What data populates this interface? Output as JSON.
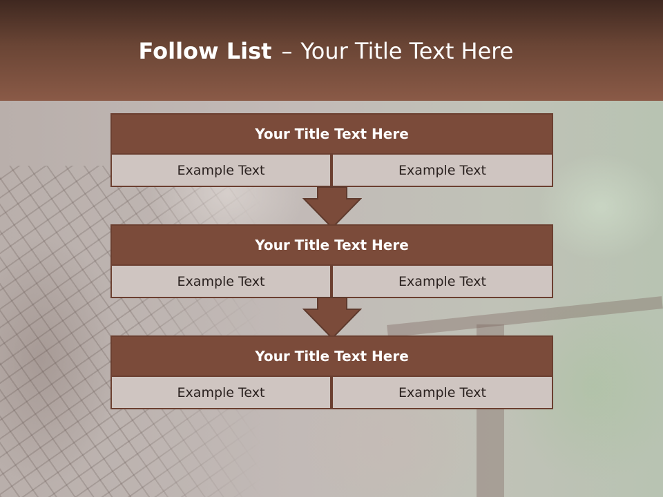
{
  "slide": {
    "title_bold": "Follow List",
    "title_dash": "–",
    "title_rest": "Your Title Text Here"
  },
  "colors": {
    "header": "#6a4535",
    "box": "#7b4b3a",
    "cell": "#cfc5c1",
    "border": "#6b3f30"
  },
  "blocks": [
    {
      "title": "Your Title Text Here",
      "left": "Example Text",
      "right": "Example Text"
    },
    {
      "title": "Your Title Text Here",
      "left": "Example Text",
      "right": "Example Text"
    },
    {
      "title": "Your Title Text Here",
      "left": "Example Text",
      "right": "Example Text"
    }
  ],
  "connectors": [
    "down-arrow-icon",
    "down-arrow-icon"
  ]
}
